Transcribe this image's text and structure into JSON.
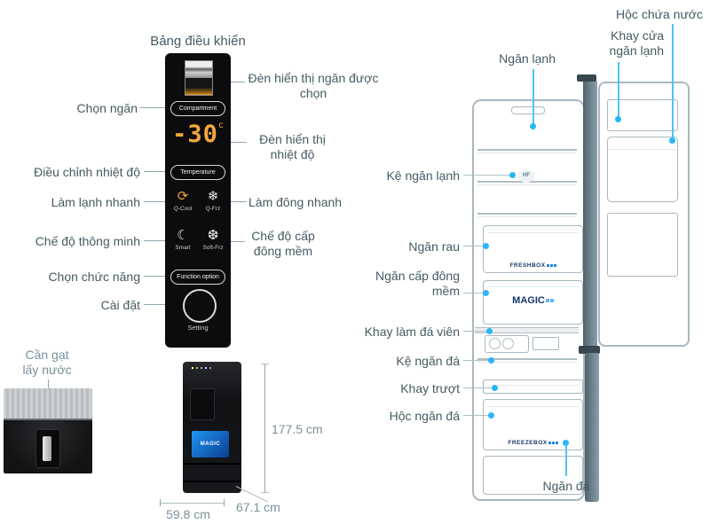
{
  "panel": {
    "title": "Bảng điều khiển",
    "buttons": {
      "compartment": "Compartment",
      "temperature": "Temperature",
      "function": "Function option"
    },
    "display": {
      "value": "-30",
      "unit": "c"
    },
    "modes": {
      "qcool": "Q-Cool",
      "qfrz": "Q-Frz",
      "smart": "Smart",
      "softfrz": "Soft-Frz"
    },
    "icons": {
      "qcool": "⟳",
      "qfrz": "❄",
      "smart": "☾",
      "softfrz": "❆"
    },
    "setting": "Setting",
    "callouts": {
      "chon_ngan": "Chọn ngăn",
      "den_ngan": "Đèn hiển thị ngăn được chọn",
      "den_nhiet_do": "Đèn hiển thị nhiệt độ",
      "dieu_chinh": "Điều chỉnh nhiệt độ",
      "lam_lanh_nhanh": "Làm lạnh nhanh",
      "lam_dong_nhanh": "Làm đông nhanh",
      "che_do_thong_minh": "Chế độ thông minh",
      "che_do_cap_dong_mem": "Chế độ cấp đông mềm",
      "chon_chuc_nang": "Chọn chức năng",
      "cai_dat": "Cài đặt"
    }
  },
  "dispenser": {
    "label": "Cần gạt lấy nước"
  },
  "dimensions": {
    "height": "177.5 cm",
    "depth": "67.1 cm",
    "width": "59.8 cm"
  },
  "mini_fridge": {
    "badge": "MAGIC"
  },
  "fridge": {
    "callouts": {
      "hoc_chua_nuoc": "Hộc chứa nước",
      "khay_cua_ngan_lanh": "Khay cửa ngăn lạnh",
      "ngan_lanh": "Ngăn lạnh",
      "ke_ngan_lanh": "Kệ ngăn lạnh",
      "ngan_rau": "Ngăn rau",
      "ngan_cap_dong_mem": "Ngăn cấp đông mềm",
      "khay_lam_da_vien": "Khay làm đá viên",
      "ke_ngan_da": "Kệ ngăn đá",
      "khay_truot": "Khay trượt",
      "hoc_ngan_da": "Hộc ngăn đá",
      "ngan_da": "Ngăn đá"
    },
    "stickers": {
      "freshbox": "FRESHBOX",
      "magic": "MAGIC",
      "freezebox": "FREEZEBOX",
      "hf": "HF"
    }
  },
  "colors": {
    "accent_blue": "#29b6f6",
    "amber": "#f2a33c",
    "label": "#455a64"
  }
}
